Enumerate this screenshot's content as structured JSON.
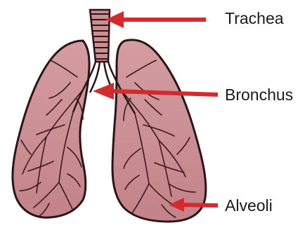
{
  "labels": {
    "trachea": "Trachea",
    "bronchus": "Bronchus",
    "alveoli": "Alveoli"
  },
  "colors": {
    "lung_fill": "#c98d92",
    "lung_outline": "#2a1416",
    "vessel": "#3a1a1d",
    "arrow": "#d42a2e",
    "label_text": "#1a1a1a"
  }
}
